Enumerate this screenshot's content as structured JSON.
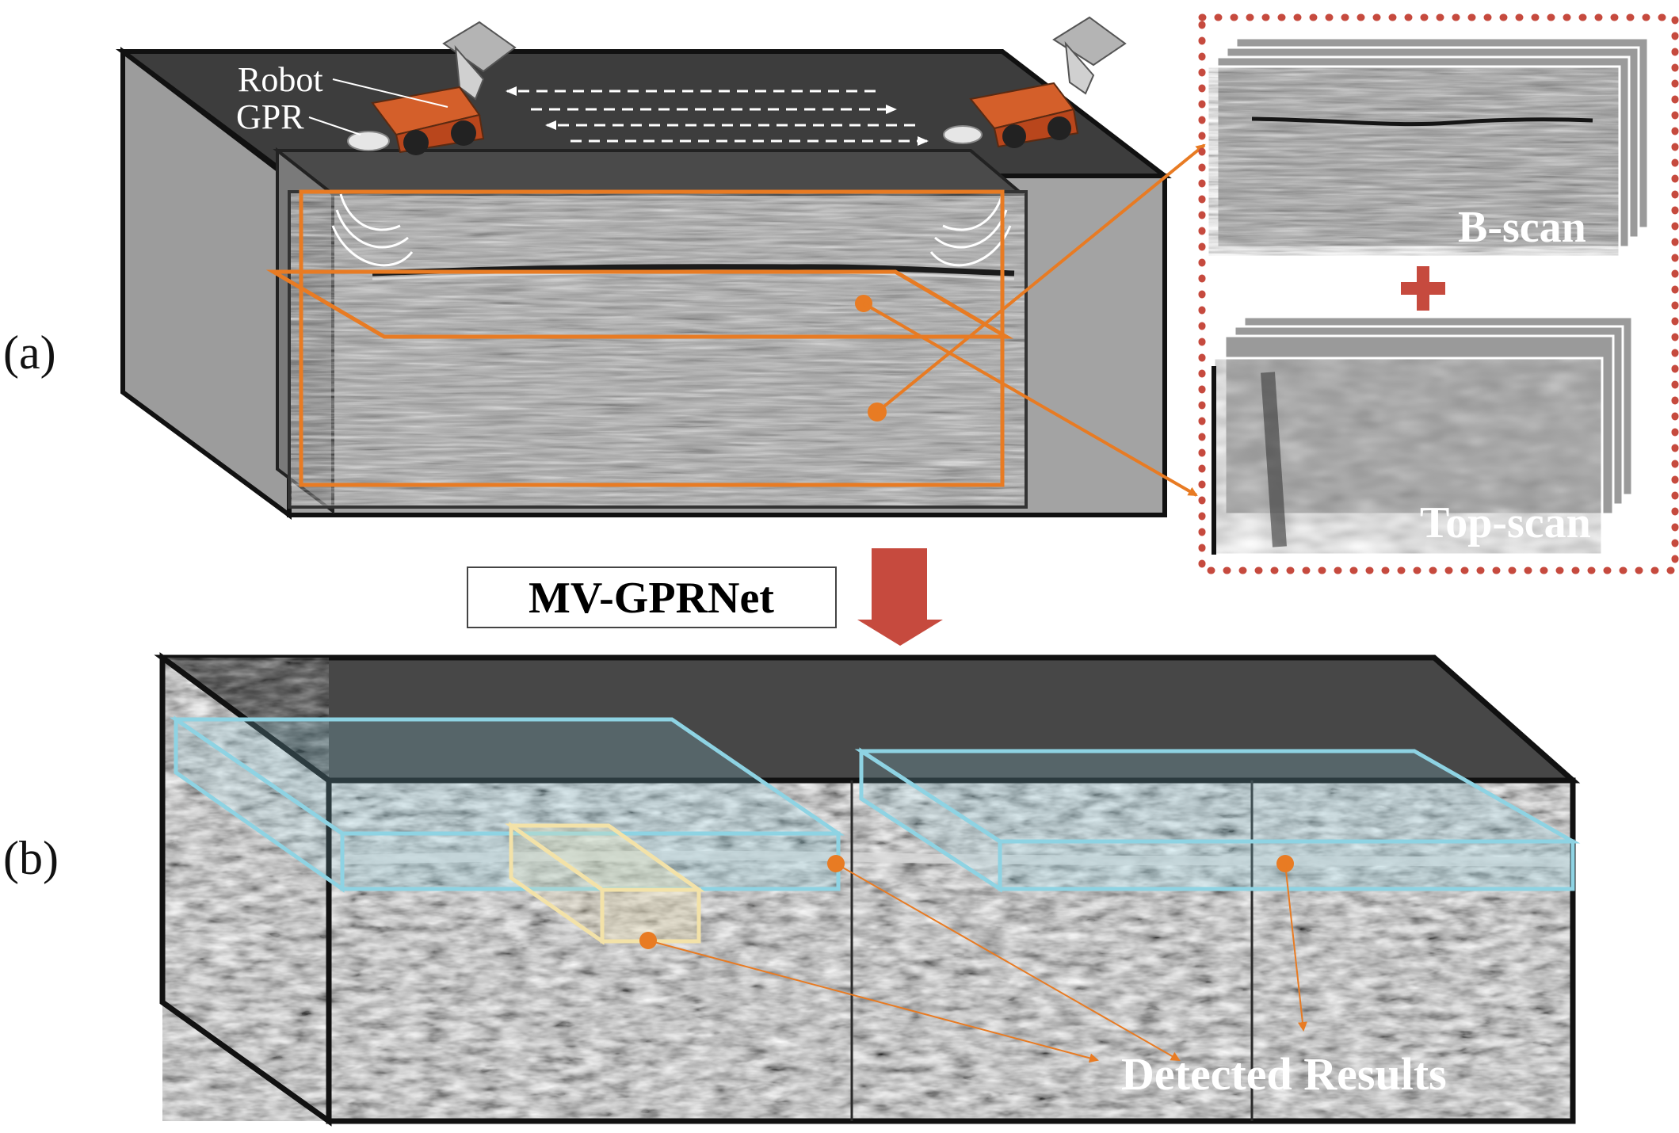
{
  "panel_a": {
    "label": "(a)",
    "robot_label": "Robot",
    "gpr_label": "GPR",
    "views": {
      "bscan_label": "B-scan",
      "topscan_label": "Top-scan",
      "plus_symbol": "+"
    }
  },
  "network": {
    "label": "MV-GPRNet"
  },
  "panel_b": {
    "label": "(b)",
    "result_label": "Detected Results"
  },
  "colors": {
    "orange": "#e87b23",
    "cyan_box": "#8ed3e3",
    "yellow_box": "#f3e2a8",
    "red_arrow": "#c64a3e",
    "dotted_frame": "#c64a3e",
    "block_top": "#3f3f3f",
    "block_side": "#9a9a9a"
  },
  "icons": [
    "robot-icon",
    "gpr-antenna-icon",
    "down-arrow-icon",
    "plus-icon"
  ]
}
